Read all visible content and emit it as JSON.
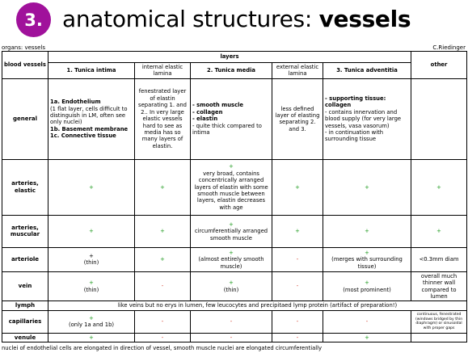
{
  "header": {
    "number": "3.",
    "title_prefix": "anatomical structures:",
    "title_bold": "vessels",
    "organs_label": "organs: vessels",
    "author": "C.Riedinger"
  },
  "table": {
    "col_blood_vessels": "blood vessels",
    "col_layers": "layers",
    "col_other": "other",
    "col_intima": "1. Tunica intima",
    "col_iel": "internal elastic lamina",
    "col_media": "2. Tunica media",
    "col_eel": "external elastic lamina",
    "col_adventitia": "3. Tunica adventitia",
    "general": {
      "label": "general",
      "intima_1a": "1a. Endothelium",
      "intima_1a_note": "(1 flat layer, cells difficult to distinguish in LM, often see only nuclei)",
      "intima_1b": "1b. Basement membrane",
      "intima_1c": "1c. Connective tissue",
      "iel": "fenestrated layer of elastin separating 1. and 2.. In very large elastic vessels hard to see as media has so many layers of elastin.",
      "media_1": "- smooth muscle",
      "media_2": "- collagen",
      "media_3": "- elastin",
      "media_4": "- quite thick compared to intima",
      "eel": "less defined layer of elasting separating 2. and 3.",
      "adv_1": "- supporting tissue: collagen",
      "adv_2": "- contains innervation and blood supply (for very large vessels, vasa vasorum)",
      "adv_3": "- in continuation with surrounding tissue"
    },
    "elastic": {
      "label": "arteries, elastic",
      "intima": "+",
      "iel": "+",
      "media_sign": "+",
      "media_text": "very broad, contains concentrically arranged layers of elastin with some smooth muscle between layers, elastin decreases with age",
      "eel": "+",
      "adv": "+",
      "other": "+"
    },
    "muscular": {
      "label": "arteries, muscular",
      "intima": "+",
      "iel": "+",
      "media_sign": "+",
      "media_text": "circumferentially arranged smooth muscle",
      "eel": "+",
      "adv": "+",
      "other": "+"
    },
    "arteriole": {
      "label": "arteriole",
      "intima_sign": "+",
      "intima_text": "(thin)",
      "iel": "+",
      "media_sign": "+",
      "media_text": "(almost entirely smooth muscle)",
      "eel": "-",
      "adv_sign": "+",
      "adv_text": "(merges with surrounding tissue)",
      "other": "<0.3mm diam"
    },
    "vein": {
      "label": "vein",
      "intima_sign": "+",
      "intima_text": "(thin)",
      "iel": "-",
      "media_sign": "+",
      "media_text": "(thin)",
      "eel": "-",
      "adv_sign": "+",
      "adv_text": "(most prominent)",
      "other": "overall much thinner wall compared to lumen"
    },
    "lymph": {
      "label": "lymph",
      "text": "like veins but no erys in lumen, few leucocytes and precipitaed lymp protein (artifact of preparation!)"
    },
    "capillaries": {
      "label": "capillaries",
      "intima_sign": "+",
      "intima_text": "(only 1a and 1b)",
      "iel": "-",
      "media": "-",
      "eel": "-",
      "adv": "-",
      "other": "continuous, fenestrated (windows bridged by thin diaphragm) or sinusoidal with proper gaps"
    },
    "venule": {
      "label": "venule",
      "intima": "+",
      "iel": "-",
      "media": "-",
      "eel": "-",
      "adv": "+"
    }
  },
  "footer": "nuclei of endothelial cells are elongated in direction of vessel, smooth muscle nuclei are elongated circumferentially",
  "colors": {
    "badge": "#a0119b",
    "plus": "#1c9a1c",
    "minus": "#d0301c"
  }
}
